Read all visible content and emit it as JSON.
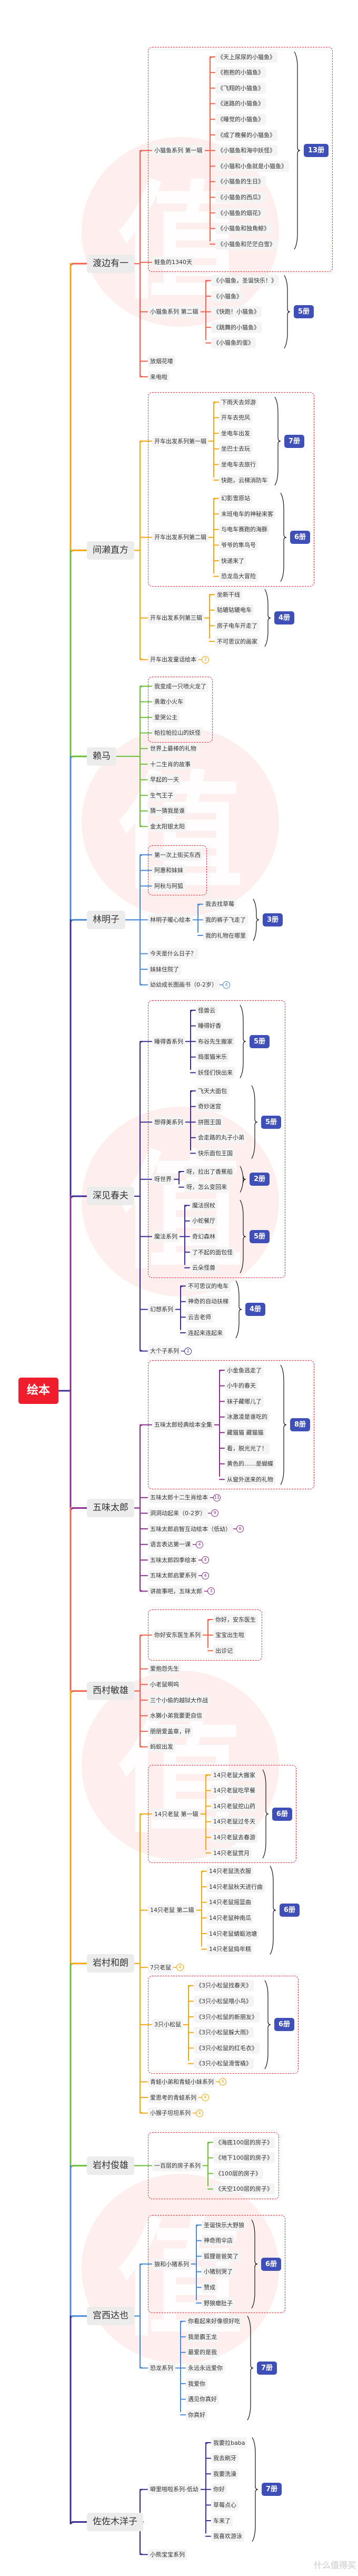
{
  "root": {
    "label": "绘本",
    "color": "#f01e2c"
  },
  "badge_color": "#3f4fb8",
  "watermark_glyph": "值",
  "brand": "什么值得买",
  "authors": [
    {
      "name": "渡边有一",
      "color": "#f2614a",
      "children": [
        {
          "label": "小猫鱼系列 第一辑",
          "boxed": true,
          "badge": "13册",
          "children": [
            "《天上尿尿的小猫鱼》",
            "《抱抱的小猫鱼》",
            "《飞翔的小猫鱼》",
            "《迷路的小猫鱼》",
            "《睡觉的小猫鱼》",
            "《成了晚餐的小猫鱼》",
            "《小猫鱼和海中妖怪》",
            "《小猫和小鱼就是小猫鱼》",
            "《小猫鱼的生日》",
            "《小猫鱼的西瓜》",
            "《小猫鱼的烟花》",
            "《小猫鱼和独角鲸》",
            "《小猫鱼和茫茫白雪》"
          ]
        },
        {
          "label": "鲑鱼的1340天",
          "boxed": true
        },
        {
          "label": "小猫鱼系列 第二辑",
          "badge": "5册",
          "children": [
            "《小猫鱼，圣诞快乐！》",
            "《小猫鱼》",
            "《快跑！小猫鱼》",
            "《跳舞的小猫鱼》",
            "《小猫鱼的蛋》"
          ]
        },
        {
          "label": "放烟花喽"
        },
        {
          "label": "来电啦"
        }
      ]
    },
    {
      "name": "间濑直方",
      "color": "#f5a60b",
      "children": [
        {
          "label": "开车出发系列第一辑",
          "boxed": true,
          "badge": "7册",
          "children": [
            "下雨天去郊游",
            "开车去兜风",
            "坐电车出发",
            "坐巴士去玩",
            "坐电车去旅行",
            "快跑，云梯消防车"
          ]
        },
        {
          "label": "开车出发系列第二辑",
          "boxed": true,
          "badge": "6册",
          "children": [
            "幻影雪原站",
            "末班电车的神秘来客",
            "与电车赛跑的海豚",
            "爷爷的隼鸟号",
            "快递来了",
            "恐龙岛大冒险"
          ]
        },
        {
          "label": "开车出发系列第三辑",
          "badge": "4册",
          "children": [
            "坐新干线",
            "轱辘轱辘电车",
            "房子电车开走了",
            "不可思议的画家"
          ]
        },
        {
          "label": "开车出发童话绘本",
          "count": "3"
        }
      ]
    },
    {
      "name": "赖马",
      "color": "#6cbf3c",
      "children": [
        {
          "label": "我变成一只喷火龙了",
          "boxed": true
        },
        {
          "label": "勇敢小火车",
          "boxed": true
        },
        {
          "label": "爱哭公主",
          "boxed": true
        },
        {
          "label": "帕拉帕拉山的妖怪",
          "boxed": true
        },
        {
          "label": "世界上最棒的礼物"
        },
        {
          "label": "十二生肖的故事"
        },
        {
          "label": "早起的一天"
        },
        {
          "label": "生气王子"
        },
        {
          "label": "猜一猜我是谁"
        },
        {
          "label": "金太阳银太阳"
        }
      ]
    },
    {
      "name": "林明子",
      "color": "#4a8ad8",
      "children": [
        {
          "label": "第一次上街买东西",
          "boxed": true
        },
        {
          "label": "阿惠和妹妹",
          "boxed": true
        },
        {
          "label": "阿秋与阿狐",
          "boxed": true
        },
        {
          "label": "林明子暖心绘本",
          "badge": "3册",
          "children": [
            "我去找草莓",
            "我的裤子飞走了",
            "我的礼物在哪里"
          ]
        },
        {
          "label": "今天是什么日子？"
        },
        {
          "label": "妹妹住院了"
        },
        {
          "label": "幼幼成长图画书（0-2岁）",
          "count": "4"
        }
      ]
    },
    {
      "name": "深见春夫",
      "color": "#3a2d96",
      "children": [
        {
          "label": "睡得香系列",
          "boxed": true,
          "badge": "5册",
          "children": [
            "怪兽云",
            "睡得好香",
            "布谷先生搬家",
            "捣蛋猫米乐",
            "妖怪们快出来"
          ]
        },
        {
          "label": "想得美系列",
          "boxed": true,
          "badge": "5册",
          "children": [
            "飞天大面包",
            "奇妙迷宫",
            "拼图王国",
            "会走路的丸子小弟",
            "快乐面包王国"
          ]
        },
        {
          "label": "呀世界",
          "boxed": true,
          "badge": "2册",
          "children": [
            "呀，拉出了香蕉船",
            "呀，怎么变回来"
          ]
        },
        {
          "label": "魔法系列",
          "boxed": true,
          "badge": "5册",
          "children": [
            "魔法拐杖",
            "小蛇餐厅",
            "奇幻森林",
            "了不起的面包怪",
            "云朵怪兽"
          ]
        },
        {
          "label": "幻想系列",
          "badge": "4册",
          "children": [
            "不可思议的电车",
            "神奇的自动扶梯",
            "云吉老师",
            "连起来连起来"
          ]
        },
        {
          "label": "大个子系列",
          "count": "2"
        }
      ]
    },
    {
      "name": "五味太郎",
      "color": "#8b2f8c",
      "children": [
        {
          "label": "五味太郎经典绘本全集",
          "boxed": true,
          "badge": "8册",
          "children": [
            "小金鱼逃走了",
            "小牛的春天",
            "袜子藏哪儿了",
            "冰激凌是谁吃的",
            "藏猫猫 藏猫猫",
            "看，脱光光了！",
            "黄色的……是蝴蝶",
            "从窗外送来的礼物"
          ]
        },
        {
          "label": "五味太郎十二生肖绘本",
          "count": "11"
        },
        {
          "label": "洞洞动起来（0-2岁）",
          "count": "9"
        },
        {
          "label": "五味太郎启智互动绘本（低幼）",
          "count": "6"
        },
        {
          "label": "语言表达第一课",
          "count": "4"
        },
        {
          "label": "五味太郎四季绘本",
          "count": "4"
        },
        {
          "label": "五味太郎启蒙系列",
          "count": "4"
        },
        {
          "label": "讲故事吧，五味太郎",
          "count": "3"
        }
      ]
    },
    {
      "name": "西村敏雄",
      "color": "#f2614a",
      "children": [
        {
          "label": "你好安东医生系列",
          "boxed": true,
          "children": [
            "你好，安东医生",
            "宝宝出生啦",
            "出诊记"
          ]
        },
        {
          "label": "爱抱怨先生"
        },
        {
          "label": "小老鼠啊呜"
        },
        {
          "label": "三个小偷的越狱大作战"
        },
        {
          "label": "水獭小弟我要更自信"
        },
        {
          "label": "朋朋爱盖章，砰"
        },
        {
          "label": "蚂蚁出发"
        }
      ]
    },
    {
      "name": "岩村和朗",
      "color": "#f5a60b",
      "children": [
        {
          "label": "14只老鼠 第一辑",
          "boxed": true,
          "badge": "6册",
          "children": [
            "14只老鼠大搬家",
            "14只老鼠吃早餐",
            "14只老鼠挖山药",
            "14只老鼠过冬天",
            "14只老鼠去春游",
            "14只老鼠赏月"
          ]
        },
        {
          "label": "14只老鼠 第二辑",
          "badge": "6册",
          "children": [
            "14只老鼠洗衣服",
            "14只老鼠秋天进行曲",
            "14只老鼠摇篮曲",
            "14只老鼠种南瓜",
            "14只老鼠蜻蜓池塘",
            "14只老鼠捣年糕"
          ]
        },
        {
          "label": "7只老鼠",
          "count": "4"
        },
        {
          "label": "3只小松鼠",
          "boxed": true,
          "badge": "6册",
          "children": [
            "《3只小松鼠找春天》",
            "《3只小松鼠喂小鸟》",
            "《3只小松鼠的新朋友》",
            "《3只小松鼠躲大雨》",
            "《3只小松鼠的红毛衣》",
            "《3只小松鼠滑雪橇》"
          ]
        },
        {
          "label": "青蛙小弟和青蛙小妹系列",
          "count": "4"
        },
        {
          "label": "爱思考的青蛙系列",
          "count": "4"
        },
        {
          "label": "小猴子坦坦系列",
          "count": "4"
        }
      ]
    },
    {
      "name": "岩村俊雄",
      "color": "#6cbf3c",
      "children": [
        {
          "label": "一百层的房子系列",
          "boxed": true,
          "children": [
            "《海底100层的房子》",
            "《地下100层的房子》",
            "《100层的房子》",
            "《天空100层的房子》"
          ]
        }
      ]
    },
    {
      "name": "宫西达也",
      "color": "#4a8ad8",
      "children": [
        {
          "label": "狼和小猪系列",
          "boxed": true,
          "badge": "6册",
          "children": [
            "圣诞快乐大野狼",
            "神奇雨伞店",
            "狐狸爸爸笑了",
            "小猪别哭了",
            "赞成",
            "野狼瘪肚子"
          ]
        },
        {
          "label": "恐龙系列",
          "badge": "7册",
          "children": [
            "你看起来好像很好吃",
            "我是霸王龙",
            "最爱的是我",
            "永远永远爱你",
            "我爱你",
            "遇见你真好",
            "你真好"
          ]
        }
      ]
    },
    {
      "name": "佐佐木洋子",
      "color": "#3a2d96",
      "children": [
        {
          "label": "噼里啪啦系列-低幼",
          "badge": "7册",
          "children": [
            "我要拉baba",
            "我去刷牙",
            "我要洗澡",
            "你好",
            "草莓点心",
            "车来了",
            "我喜欢游泳"
          ]
        },
        {
          "label": "小熊宝宝系列"
        }
      ]
    }
  ]
}
